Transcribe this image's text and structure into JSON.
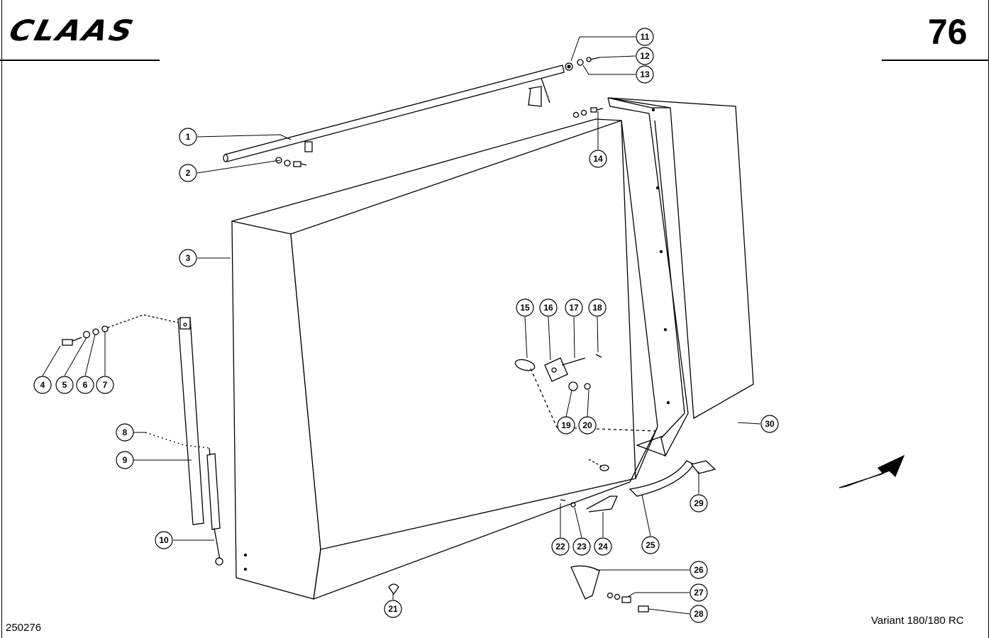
{
  "header": {
    "brand": "CLAAS",
    "page_number": "76"
  },
  "footer": {
    "document_number": "250276",
    "model": "Variant 180/180 RC"
  },
  "callouts": [
    "1",
    "2",
    "3",
    "4",
    "5",
    "6",
    "7",
    "8",
    "9",
    "10",
    "11",
    "12",
    "13",
    "14",
    "15",
    "16",
    "17",
    "18",
    "19",
    "20",
    "21",
    "22",
    "23",
    "24",
    "25",
    "26",
    "27",
    "28",
    "29",
    "30"
  ]
}
